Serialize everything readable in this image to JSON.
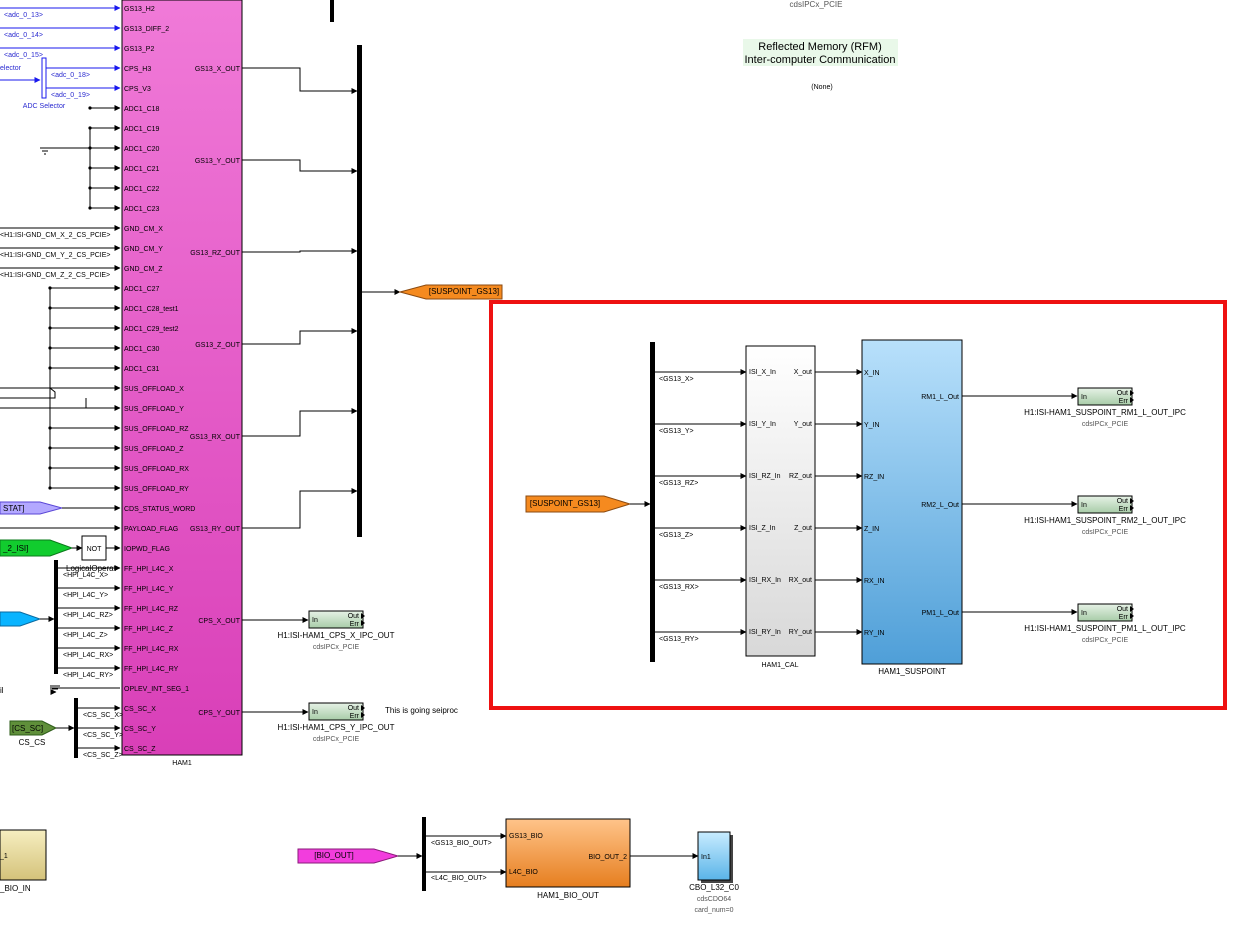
{
  "ham1": {
    "name": "HAM1",
    "inputs": [
      "GS13_H2",
      "GS13_DIFF_2",
      "GS13_P2",
      "CPS_H3",
      "CPS_V3",
      "ADC1_C18",
      "ADC1_C19",
      "ADC1_C20",
      "ADC1_C21",
      "ADC1_C22",
      "ADC1_C23",
      "GND_CM_X",
      "GND_CM_Y",
      "GND_CM_Z",
      "ADC1_C27",
      "ADC1_C28_test1",
      "ADC1_C29_test2",
      "ADC1_C30",
      "ADC1_C31",
      "SUS_OFFLOAD_X",
      "SUS_OFFLOAD_Y",
      "SUS_OFFLOAD_RZ",
      "SUS_OFFLOAD_Z",
      "SUS_OFFLOAD_RX",
      "SUS_OFFLOAD_RY",
      "CDS_STATUS_WORD",
      "PAYLOAD_FLAG",
      "IOPWD_FLAG",
      "FF_HPI_L4C_X",
      "FF_HPI_L4C_Y",
      "FF_HPI_L4C_RZ",
      "FF_HPI_L4C_Z",
      "FF_HPI_L4C_RX",
      "FF_HPI_L4C_RY",
      "OPLEV_INT_SEG_1",
      "CS_SC_X",
      "CS_SC_Y",
      "CS_SC_Z"
    ],
    "outputs": [
      "GS13_X_OUT",
      "GS13_Y_OUT",
      "GS13_RZ_OUT",
      "GS13_Z_OUT",
      "GS13_RX_OUT",
      "GS13_RY_OUT",
      "CPS_X_OUT",
      "CPS_Y_OUT"
    ]
  },
  "adc_signals": [
    "<adc_0_13>",
    "<adc_0_14>",
    "<adc_0_15>",
    "<adc_0_18>",
    "<adc_0_19>"
  ],
  "adc_selector": {
    "label": "ADC Selector",
    "partial": "elector"
  },
  "gnd_signals": [
    "<H1:ISI-GND_CM_X_2_CS_PCIE>",
    "<H1:ISI-GND_CM_Y_2_CS_PCIE>",
    "<H1:ISI-GND_CM_Z_2_CS_PCIE>"
  ],
  "hpi_signals": [
    "<HPI_L4C_X>",
    "<HPI_L4C_Y>",
    "<HPI_L4C_RZ>",
    "<HPI_L4C_Z>",
    "<HPI_L4C_RX>",
    "<HPI_L4C_RY>"
  ],
  "cs_signals": [
    "<CS_SC_X>",
    "<CS_SC_Y>",
    "<CS_SC_Z>"
  ],
  "left_partials": {
    "stat_tag": "STAT]",
    "isi_tag": "_2_ISI]",
    "cs_goto": "[CS_SC]",
    "cs_label": "CS_CS",
    "not_label": "NOT",
    "logical_label": "LogicalOperat",
    "il_label": "il"
  },
  "goto_suspoint": "[SUSPOINT_GS13]",
  "top_ipc_label": "cdsIPCx_PCIE",
  "rfm": {
    "line1": "Reflected Memory (RFM)",
    "line2": "Inter-computer Communication"
  },
  "none_label": "(None)",
  "cps_ipc": [
    {
      "name": "H1:ISI-HAM1_CPS_X_IPC_OUT",
      "type": "cdsIPCx_PCIE"
    },
    {
      "name": "H1:ISI-HAM1_CPS_Y_IPC_OUT",
      "type": "cdsIPCx_PCIE"
    }
  ],
  "ipc_ports": {
    "in": "In",
    "out": "Out",
    "err": "Err"
  },
  "seiproc_note": "This is going seiproc",
  "suspoint": {
    "from_tag": "[SUSPOINT_GS13]",
    "signals": [
      "<GS13_X>",
      "<GS13_Y>",
      "<GS13_RZ>",
      "<GS13_Z>",
      "<GS13_RX>",
      "<GS13_RY>"
    ],
    "cal": {
      "name": "HAM1_CAL",
      "inputs": [
        "ISI_X_In",
        "ISI_Y_In",
        "ISI_RZ_In",
        "ISI_Z_In",
        "ISI_RX_In",
        "ISI_RY_In"
      ],
      "outputs": [
        "X_out",
        "Y_out",
        "RZ_out",
        "Z_out",
        "RX_out",
        "RY_out"
      ]
    },
    "sp": {
      "name": "HAM1_SUSPOINT",
      "inputs": [
        "X_IN",
        "Y_IN",
        "RZ_IN",
        "Z_IN",
        "RX_IN",
        "RY_IN"
      ],
      "outputs": [
        "RM1_L_Out",
        "RM2_L_Out",
        "PM1_L_Out"
      ]
    },
    "ipc": [
      {
        "name": "H1:ISI-HAM1_SUSPOINT_RM1_L_OUT_IPC",
        "type": "cdsIPCx_PCIE"
      },
      {
        "name": "H1:ISI-HAM1_SUSPOINT_RM2_L_OUT_IPC",
        "type": "cdsIPCx_PCIE"
      },
      {
        "name": "H1:ISI-HAM1_SUSPOINT_PM1_L_OUT_IPC",
        "type": "cdsIPCx_PCIE"
      }
    ]
  },
  "bio": {
    "from_tag": "[BIO_OUT]",
    "signals": [
      "<GS13_BIO_OUT>",
      "<L4C_BIO_OUT>"
    ],
    "block": {
      "name": "HAM1_BIO_OUT",
      "inputs": [
        "GS13_BIO",
        "L4C_BIO"
      ],
      "output": "BIO_OUT_2"
    },
    "cbo": {
      "name": "CBO_L32_C0",
      "type": "cdsCDO64",
      "card": "card_num=0",
      "port": "In1"
    },
    "left_partial_label": "_BIO_IN",
    "left_partial_port": "_1"
  },
  "colors": {
    "ham1_top": "#f07ad8",
    "ham1_bottom": "#d93fb8",
    "goto_orange": "#f58a1f",
    "selection_red": "#ee1111",
    "suspoint_top": "#b8e0fb",
    "suspoint_bottom": "#4f9fd8",
    "bio_top": "#ffc48a",
    "bio_bottom": "#e67e1f"
  }
}
